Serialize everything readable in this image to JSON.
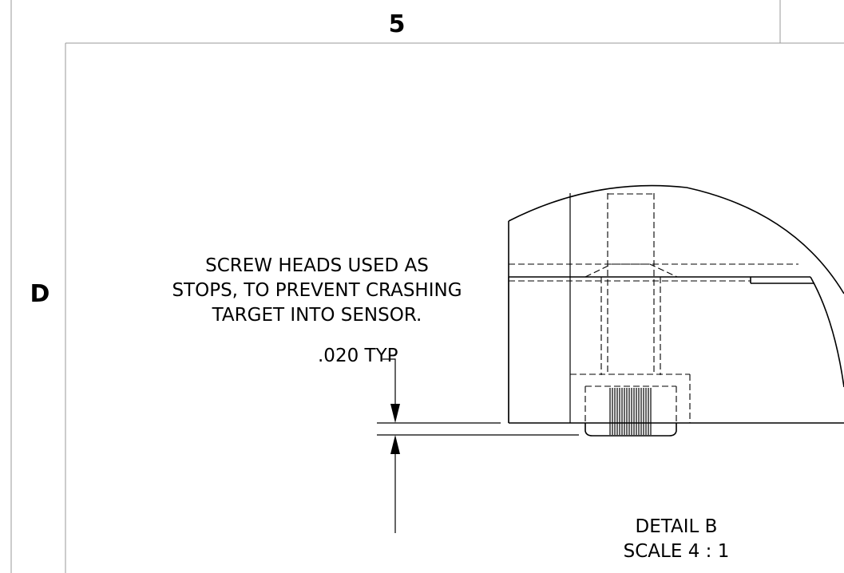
{
  "zones": {
    "column": "5",
    "row": "D"
  },
  "annotation": {
    "line1": "SCREW HEADS USED AS",
    "line2": "STOPS, TO PREVENT CRASHING",
    "line3": "TARGET INTO SENSOR."
  },
  "dimension": {
    "label": ".020  TYP"
  },
  "detail": {
    "name": "DETAIL B",
    "scale": "SCALE 4 : 1"
  }
}
